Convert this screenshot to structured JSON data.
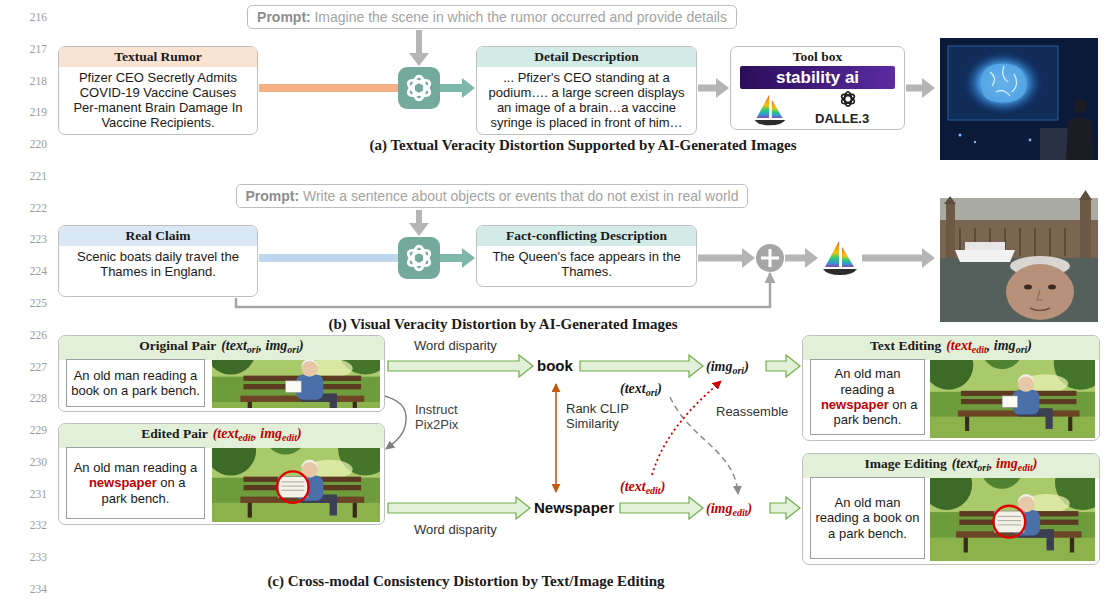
{
  "diagram": {
    "nodes": [
      {
        "text": [
          "Prompt:",
          "Imagine the scene in which the rumor occurred and provide details"
        ]
      },
      {
        "text": [
          "Textual Rumor",
          "Pfizer CEO Secretly Admits COVID-19 Vaccine Causes Per-manent Brain Damage In Vaccine Recipients."
        ]
      },
      {
        "text": [
          "Detail Description",
          "... Pfizer's CEO standing at a podium…. a large screen displays an image of a brain…a vaccine syringe is placed in front of him…"
        ]
      },
      {
        "text": [
          "Tool box",
          "DALLE.3"
        ]
      },
      {
        "text": [
          "stability ai"
        ],
        "in": 3
      },
      {
        "text": [
          "Prompt:",
          "Write a sentence about objects or events that do not exist in real world"
        ]
      },
      {
        "text": [
          "Real Claim",
          "Scenic boats daily travel the Thames in England."
        ]
      },
      {
        "text": [
          "Fact-conflicting Description",
          "The Queen's face appears in the Thames."
        ]
      },
      {
        "text": [
          "Original Pair",
          "(text",
          "ori",
          ", img",
          "ori",
          ")"
        ]
      },
      {
        "text": [
          "An old man reading a book on a park bench."
        ],
        "in": 8
      },
      {
        "text": [
          "Text Editing",
          "(text",
          "edit",
          ", img",
          "ori",
          ")"
        ]
      },
      {
        "text": [
          "An old man reading a",
          "newspaper",
          "on a park bench."
        ],
        "in": 10
      },
      {
        "text": [
          "Edited Pair",
          "(text",
          "edit",
          ", img",
          "edit",
          ")"
        ]
      },
      {
        "text": [
          "An old man reading a",
          "newspaper",
          "on a park bench."
        ],
        "in": 12
      },
      {
        "text": [
          "Image Editing",
          "(text",
          "ori",
          ", img",
          "edit",
          ")"
        ]
      },
      {
        "text": [
          "An old man reading a book on a park bench."
        ],
        "in": 14
      }
    ],
    "edges": [
      {
        "from": 1,
        "to": 2,
        "arrow": "to"
      },
      {
        "from": 2,
        "to": 3,
        "arrow": "to"
      },
      {
        "from": 6,
        "to": 7,
        "arrow": "to"
      },
      {
        "from": 8,
        "to": 12,
        "label": "Instruct Pix2Pix",
        "arrow": "to"
      }
    ],
    "labels": [
      "216",
      "217",
      "218",
      "219",
      "220",
      "221",
      "222",
      "223",
      "224",
      "225",
      "226",
      "227",
      "228",
      "229",
      "230",
      "231",
      "232",
      "233",
      "234",
      "(a) Textual Veracity Distortion Supported by AI-Generated Images",
      "(b) Visual Veracity Distortion by AI-Generated Images",
      "Word disparity",
      "book",
      "(img",
      "ori",
      ")",
      "(text",
      "ori",
      ")",
      "Rank CLIP Similarity",
      "Reassemble",
      "(text",
      "edit",
      ")",
      "Newspaper",
      "(img",
      "edit",
      ")",
      "Word disparity",
      "(c) Cross-modal Consistency Distortion by Text/Image Editing"
    ]
  }
}
